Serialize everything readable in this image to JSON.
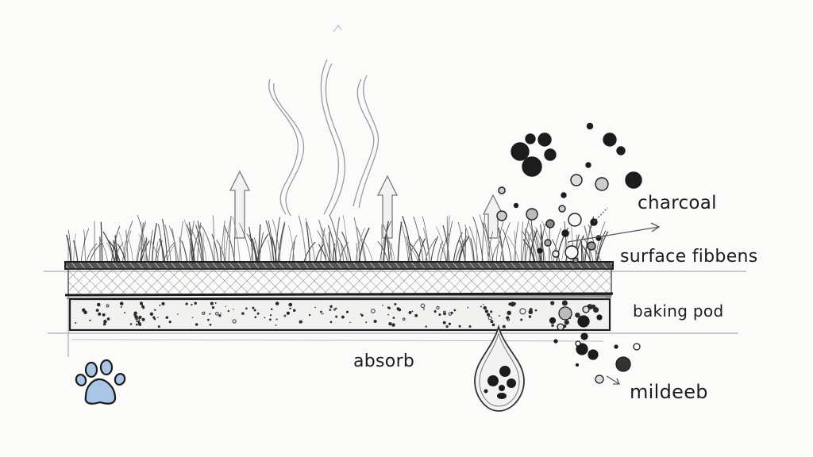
{
  "diagram": {
    "type": "hand-drawn layered cross-section sketch",
    "labels": {
      "charcoal": "charcoal",
      "surface": "surface fibbens",
      "baking": "baking pod",
      "absorb": "absorb",
      "mildew": "mildeeb"
    },
    "layers": [
      {
        "name": "grass fibers",
        "pattern": "strands"
      },
      {
        "name": "surface fibbens",
        "pattern": "cross-hatch"
      },
      {
        "name": "baking pod",
        "pattern": "speckled"
      }
    ],
    "icons": [
      "paw-icon",
      "droplet-icon",
      "up-arrow-icon",
      "steam-icon"
    ],
    "colors": {
      "ink": "#1c1c1c",
      "pencil": "#8a8a8a",
      "paw_fill": "#a9c6e6",
      "background": "#fbfbfa"
    }
  }
}
